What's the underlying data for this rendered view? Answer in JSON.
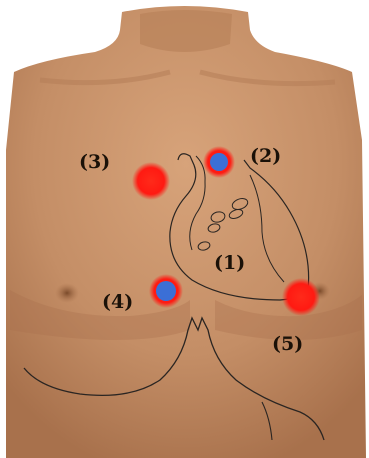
{
  "figure": {
    "subject": "torso-electrode-placement",
    "labels": [
      "(1)",
      "(2)",
      "(3)",
      "(4)",
      "(5)"
    ],
    "colors": {
      "background": "#ffffff",
      "skin": "#c9946c",
      "skin_shadow": "#a8714c",
      "outline": "#2a2522",
      "electrode_red": "#ff1a12",
      "electrode_blue": "#3b6fd6",
      "label_text": "#1a1108"
    },
    "electrodes": [
      {
        "id": "2",
        "type": "blue-on-red"
      },
      {
        "id": "3",
        "type": "red"
      },
      {
        "id": "4",
        "type": "blue-on-red"
      },
      {
        "id": "5",
        "type": "red"
      }
    ]
  }
}
